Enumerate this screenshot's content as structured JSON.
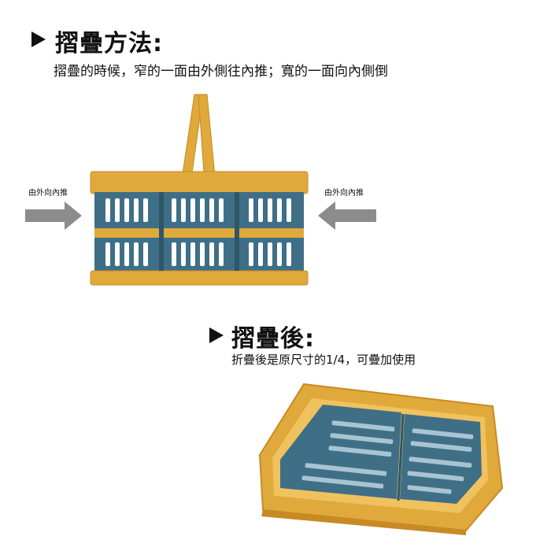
{
  "folding_method": {
    "title": "摺疊方法:",
    "instruction": "摺疊的時候，窄的一面由外側往內推；寬的一面向內側倒",
    "left_label": "由外向內推",
    "right_label": "由外向內推"
  },
  "after_folding": {
    "title": "摺疊後:",
    "description": "折疊後是原尺寸的1/4，可疊加使用"
  },
  "colors": {
    "frame": "#e0a93b",
    "frame_dark": "#c88a24",
    "body": "#3f6f86",
    "body_dark": "#2e5668",
    "arrow": "#8c8c8c"
  },
  "icons": {
    "bullet": "triangle-right-icon",
    "push_arrow": "arrow-icon"
  }
}
